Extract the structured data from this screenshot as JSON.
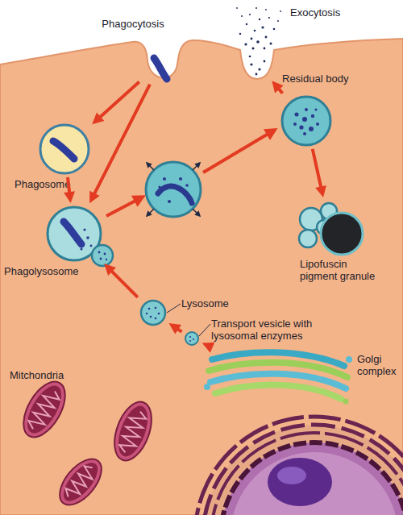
{
  "diagram": {
    "nodes": [
      {
        "text": [
          "Phagocytosis"
        ]
      },
      {
        "text": [
          "Exocytosis"
        ]
      },
      {
        "text": [
          "Phagosome"
        ]
      },
      {
        "text": [
          "Residual body"
        ]
      },
      {
        "text": [
          "Phagolysosome"
        ]
      },
      {
        "text": [
          "Lipofuscin pigment granule"
        ]
      },
      {
        "text": [
          "Lysosome"
        ]
      },
      {
        "text": [
          "Transport vesicle with lysosomal enzymes"
        ]
      },
      {
        "text": [
          "Golgi complex"
        ]
      }
    ],
    "edges": [
      {
        "from": 0,
        "to": 2,
        "arrow": "to"
      },
      {
        "from": 0,
        "to": 4,
        "arrow": "to"
      },
      {
        "from": 2,
        "to": 4,
        "arrow": "to"
      },
      {
        "from": 3,
        "to": 1,
        "arrow": "to"
      },
      {
        "from": 3,
        "to": 5,
        "arrow": "to"
      },
      {
        "from": 6,
        "to": 4,
        "arrow": "to"
      },
      {
        "from": 7,
        "to": 6,
        "arrow": "to"
      },
      {
        "from": 8,
        "to": 7,
        "arrow": "to"
      }
    ],
    "labels": [
      "Mitchondria"
    ]
  }
}
